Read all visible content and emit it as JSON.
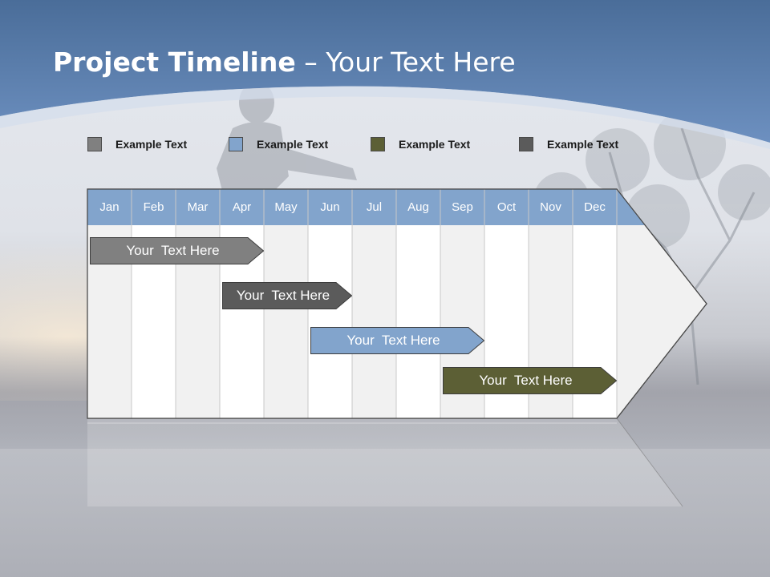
{
  "slide": {
    "title_bold": "Project Timeline",
    "title_rest": " – Your Text Here"
  },
  "legend": [
    {
      "label": "Example Text",
      "color": "#808080"
    },
    {
      "label": "Example Text",
      "color": "#82a4cc"
    },
    {
      "label": "Example Text",
      "color": "#5c5f35"
    },
    {
      "label": "Example Text",
      "color": "#5b5b5b"
    }
  ],
  "timeline": {
    "months": [
      "Jan",
      "Feb",
      "Mar",
      "Apr",
      "May",
      "Jun",
      "Jul",
      "Aug",
      "Sep",
      "Oct",
      "Nov",
      "Dec"
    ],
    "header_color": "#82a4cc",
    "tasks": [
      {
        "label": "Your  Text Here",
        "start_month": "Jan",
        "end_month": "Apr",
        "color": "#808080"
      },
      {
        "label": "Your  Text Here",
        "start_month": "Apr",
        "end_month": "Jun",
        "color": "#5b5b5b"
      },
      {
        "label": "Your  Text Here",
        "start_month": "Jun",
        "end_month": "Sep",
        "color": "#82a4cc"
      },
      {
        "label": "Your  Text Here",
        "start_month": "Sep",
        "end_month": "Dec",
        "color": "#5c5f35"
      }
    ]
  }
}
